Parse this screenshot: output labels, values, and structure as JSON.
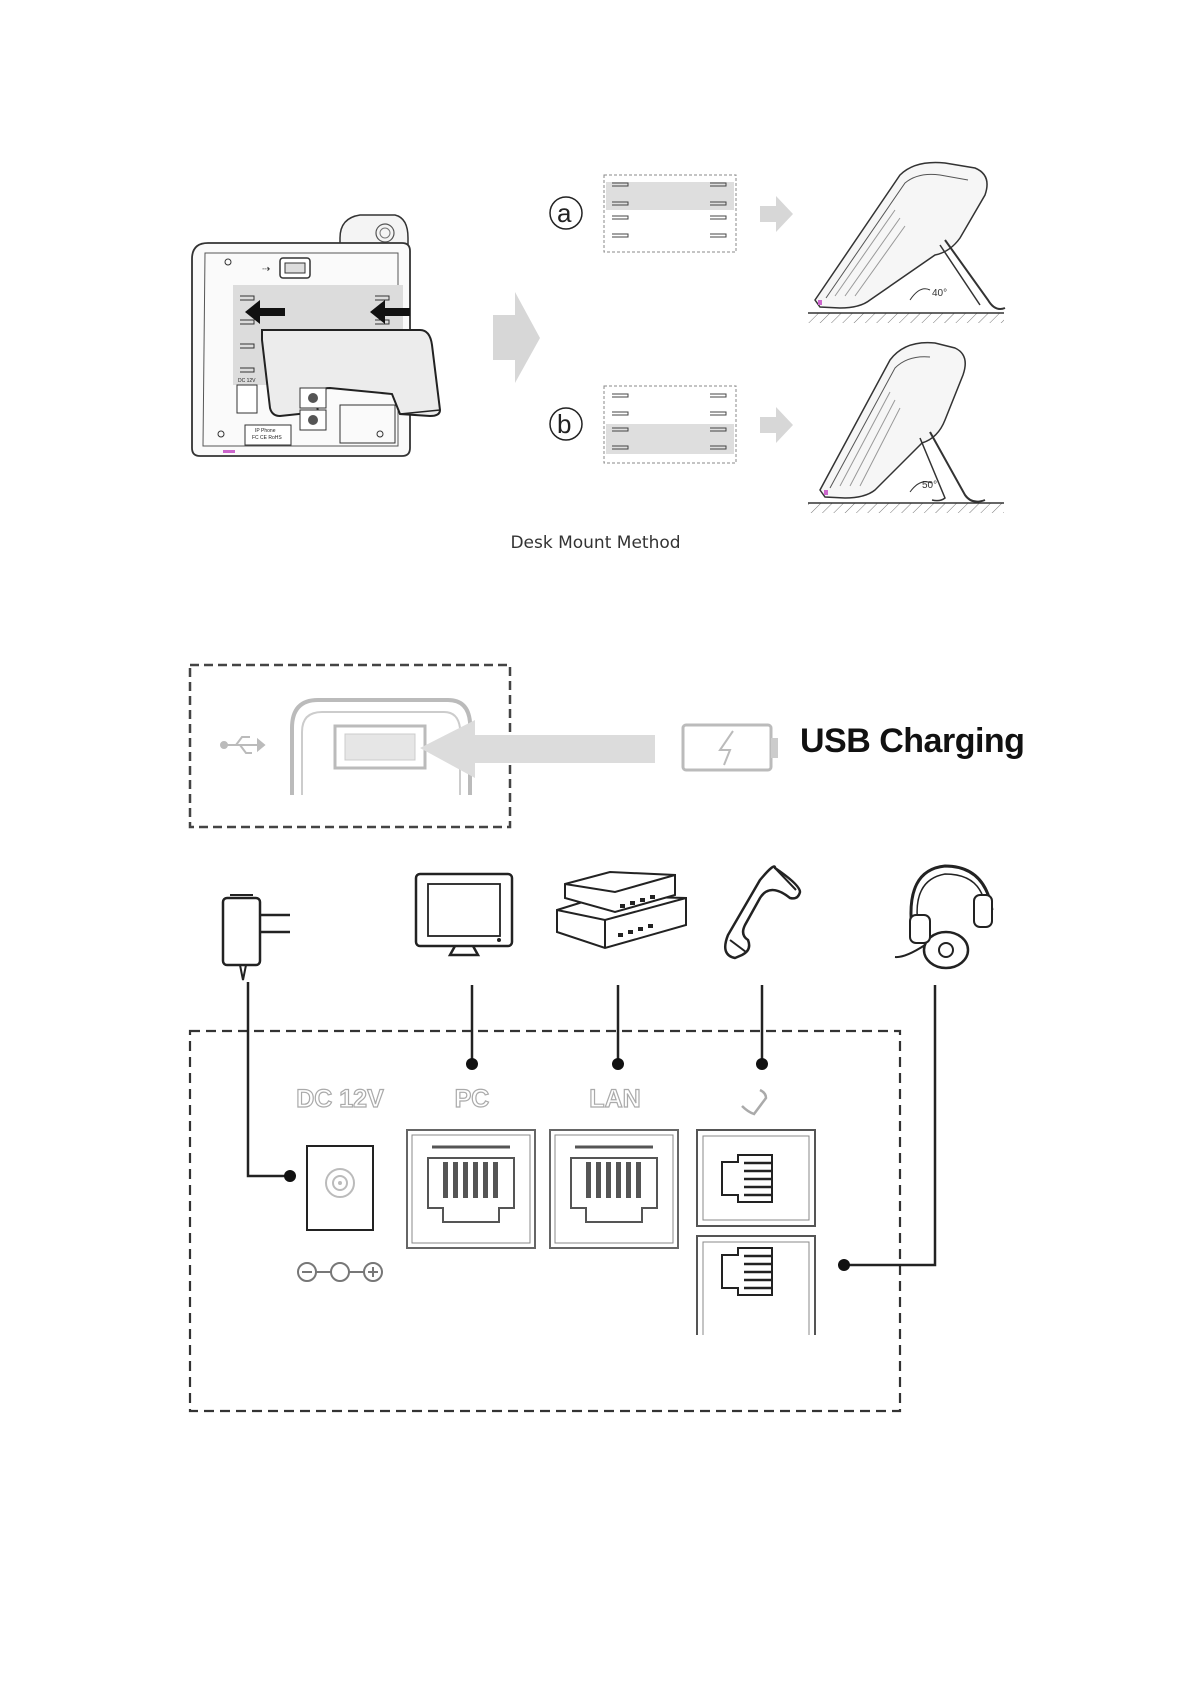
{
  "desk_mount": {
    "caption": "Desk Mount Method",
    "options": [
      {
        "marker": "a",
        "angle": "40°"
      },
      {
        "marker": "b",
        "angle": "50°"
      }
    ],
    "phone_back_labels": {
      "brand": "IP Phone",
      "cert": "FC CE RoHS",
      "dc": "DC 12V"
    }
  },
  "usb": {
    "title": "USB Charging"
  },
  "connections": {
    "ports": [
      {
        "label": "DC 12V"
      },
      {
        "label": "PC"
      },
      {
        "label": "LAN"
      }
    ],
    "polarity": "⊖-⊙-⊕"
  }
}
